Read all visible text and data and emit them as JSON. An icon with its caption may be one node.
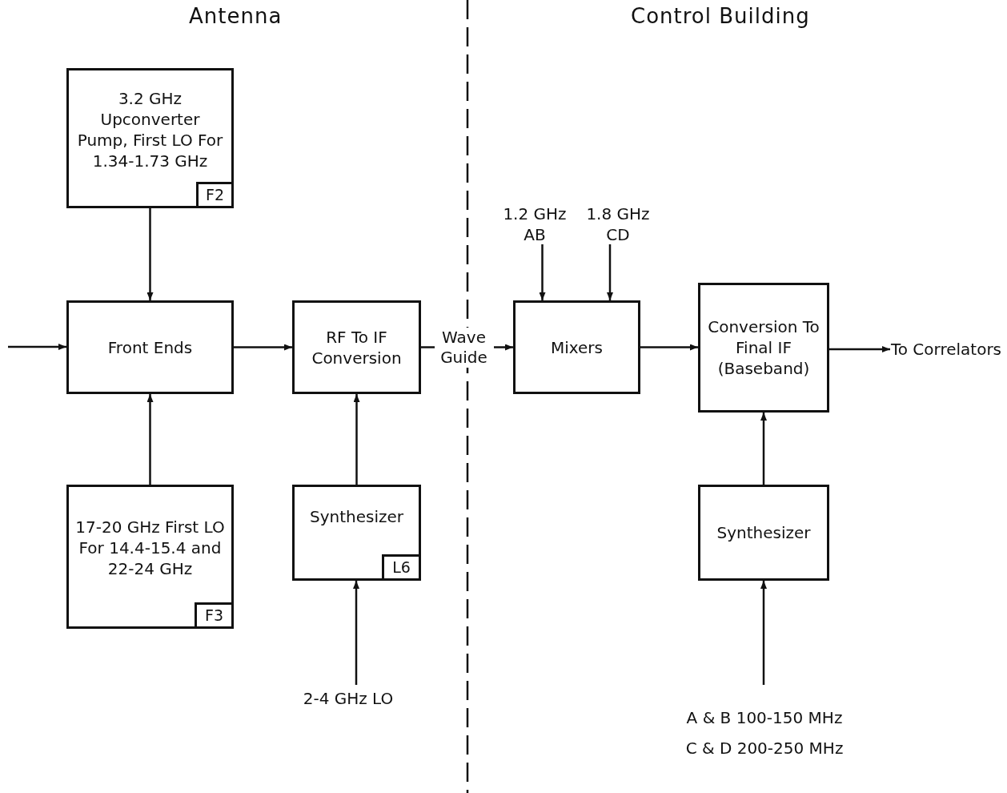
{
  "diagram": {
    "nodes": [
      {
        "text": [
          "3.2 GHz Upconverter Pump, First LO For 1.34-1.73 GHz"
        ]
      },
      {
        "text": [
          "F2"
        ],
        "in": 0
      },
      {
        "text": [
          "Front Ends"
        ]
      },
      {
        "text": [
          "RF To IF Conversion"
        ]
      },
      {
        "text": [
          "1.2 GHz AB"
        ]
      },
      {
        "text": [
          "1.8 GHz CD"
        ]
      },
      {
        "text": [
          "Mixers"
        ]
      },
      {
        "text": [
          "Conversion To Final IF (Baseband)"
        ]
      },
      {
        "text": [
          "To Correlators"
        ]
      },
      {
        "text": [
          "17-20 GHz First LO For 14.4-15.4 and 22-24 GHz"
        ]
      },
      {
        "text": [
          "F3"
        ],
        "in": 9
      },
      {
        "text": [
          "Synthesizer"
        ]
      },
      {
        "text": [
          "L6"
        ],
        "in": 11
      },
      {
        "text": [
          "2-4 GHz LO"
        ]
      },
      {
        "text": [
          "Synthesizer"
        ]
      },
      {
        "text": [
          "A & B 100-150 MHz",
          "C & D 200-250 MHz"
        ]
      }
    ],
    "edges": [
      {
        "from": null,
        "to": 2,
        "arrow": "to"
      },
      {
        "from": 0,
        "to": 2,
        "arrow": "to"
      },
      {
        "from": 9,
        "to": 2,
        "arrow": "to"
      },
      {
        "from": 2,
        "to": 3,
        "arrow": "to"
      },
      {
        "from": 3,
        "to": 6,
        "arrow": "to",
        "label": "Wave Guide"
      },
      {
        "from": 4,
        "to": 6,
        "arrow": "to"
      },
      {
        "from": 5,
        "to": 6,
        "arrow": "to"
      },
      {
        "from": 6,
        "to": 7,
        "arrow": "to"
      },
      {
        "from": 7,
        "to": 8,
        "arrow": "to"
      },
      {
        "from": 11,
        "to": 3,
        "arrow": "to"
      },
      {
        "from": 13,
        "to": 11,
        "arrow": "to"
      },
      {
        "from": 14,
        "to": 7,
        "arrow": "to"
      },
      {
        "from": 15,
        "to": 14,
        "arrow": "to"
      }
    ],
    "labels": [
      "Antenna",
      "Control Building"
    ]
  }
}
